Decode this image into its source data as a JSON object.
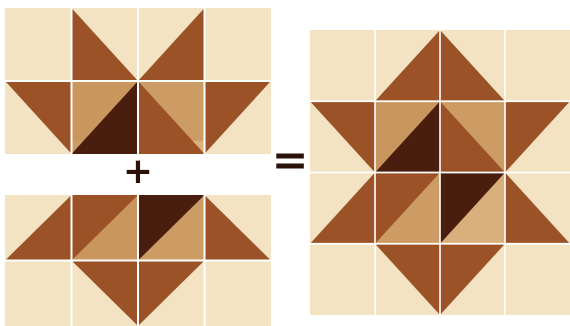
{
  "illustration": {
    "operators": {
      "plus": "+",
      "equals": "="
    },
    "fabric_colors": {
      "background_cream": "#f3e3c2",
      "background_swirl": "#e6cfa2",
      "rust_brown": "#9a5226",
      "rust_brown_light": "#b06a36",
      "check_tan": "#d9b07b",
      "check_line": "#c8945a",
      "dark_brown": "#4a1e0f",
      "dark_brown_light": "#6b2f18",
      "seam": "#ffffff"
    },
    "panels": [
      {
        "role": "top-half-block"
      },
      {
        "role": "bottom-half-block"
      },
      {
        "role": "finished-block"
      }
    ]
  }
}
